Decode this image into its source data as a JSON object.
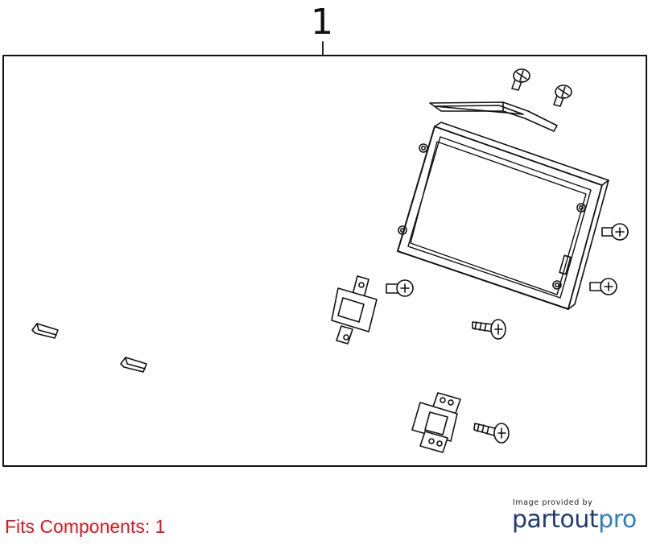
{
  "diagram": {
    "callout_number": "1",
    "fits_components": "Fits Components: 1"
  },
  "branding": {
    "provided_by": "Image provided by",
    "brand_part1": "partout",
    "brand_part2": "pro",
    "colors": {
      "dark": "#1f3b73",
      "accent": "#2a7fc1",
      "fits_text": "#e4141a"
    }
  }
}
